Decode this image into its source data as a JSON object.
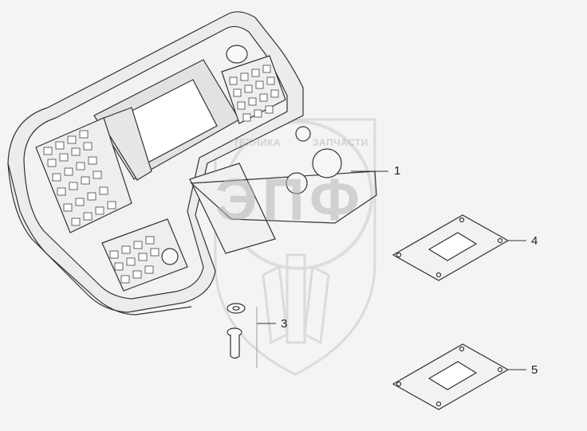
{
  "watermark": {
    "left_word": "ТЕХНИКА",
    "right_word": "ЗАПЧАСТИ",
    "logo_letters": "ЭПФ",
    "color": "#c8c8c8"
  },
  "callouts": [
    {
      "id": "1",
      "label": "1"
    },
    {
      "id": "3",
      "label": "3"
    },
    {
      "id": "4",
      "label": "4"
    },
    {
      "id": "5",
      "label": "5"
    }
  ],
  "colors": {
    "line": "#333333",
    "panel_fill": "#e8e8e8",
    "screen_fill": "#ffffff",
    "background": "#f4f4f4"
  }
}
